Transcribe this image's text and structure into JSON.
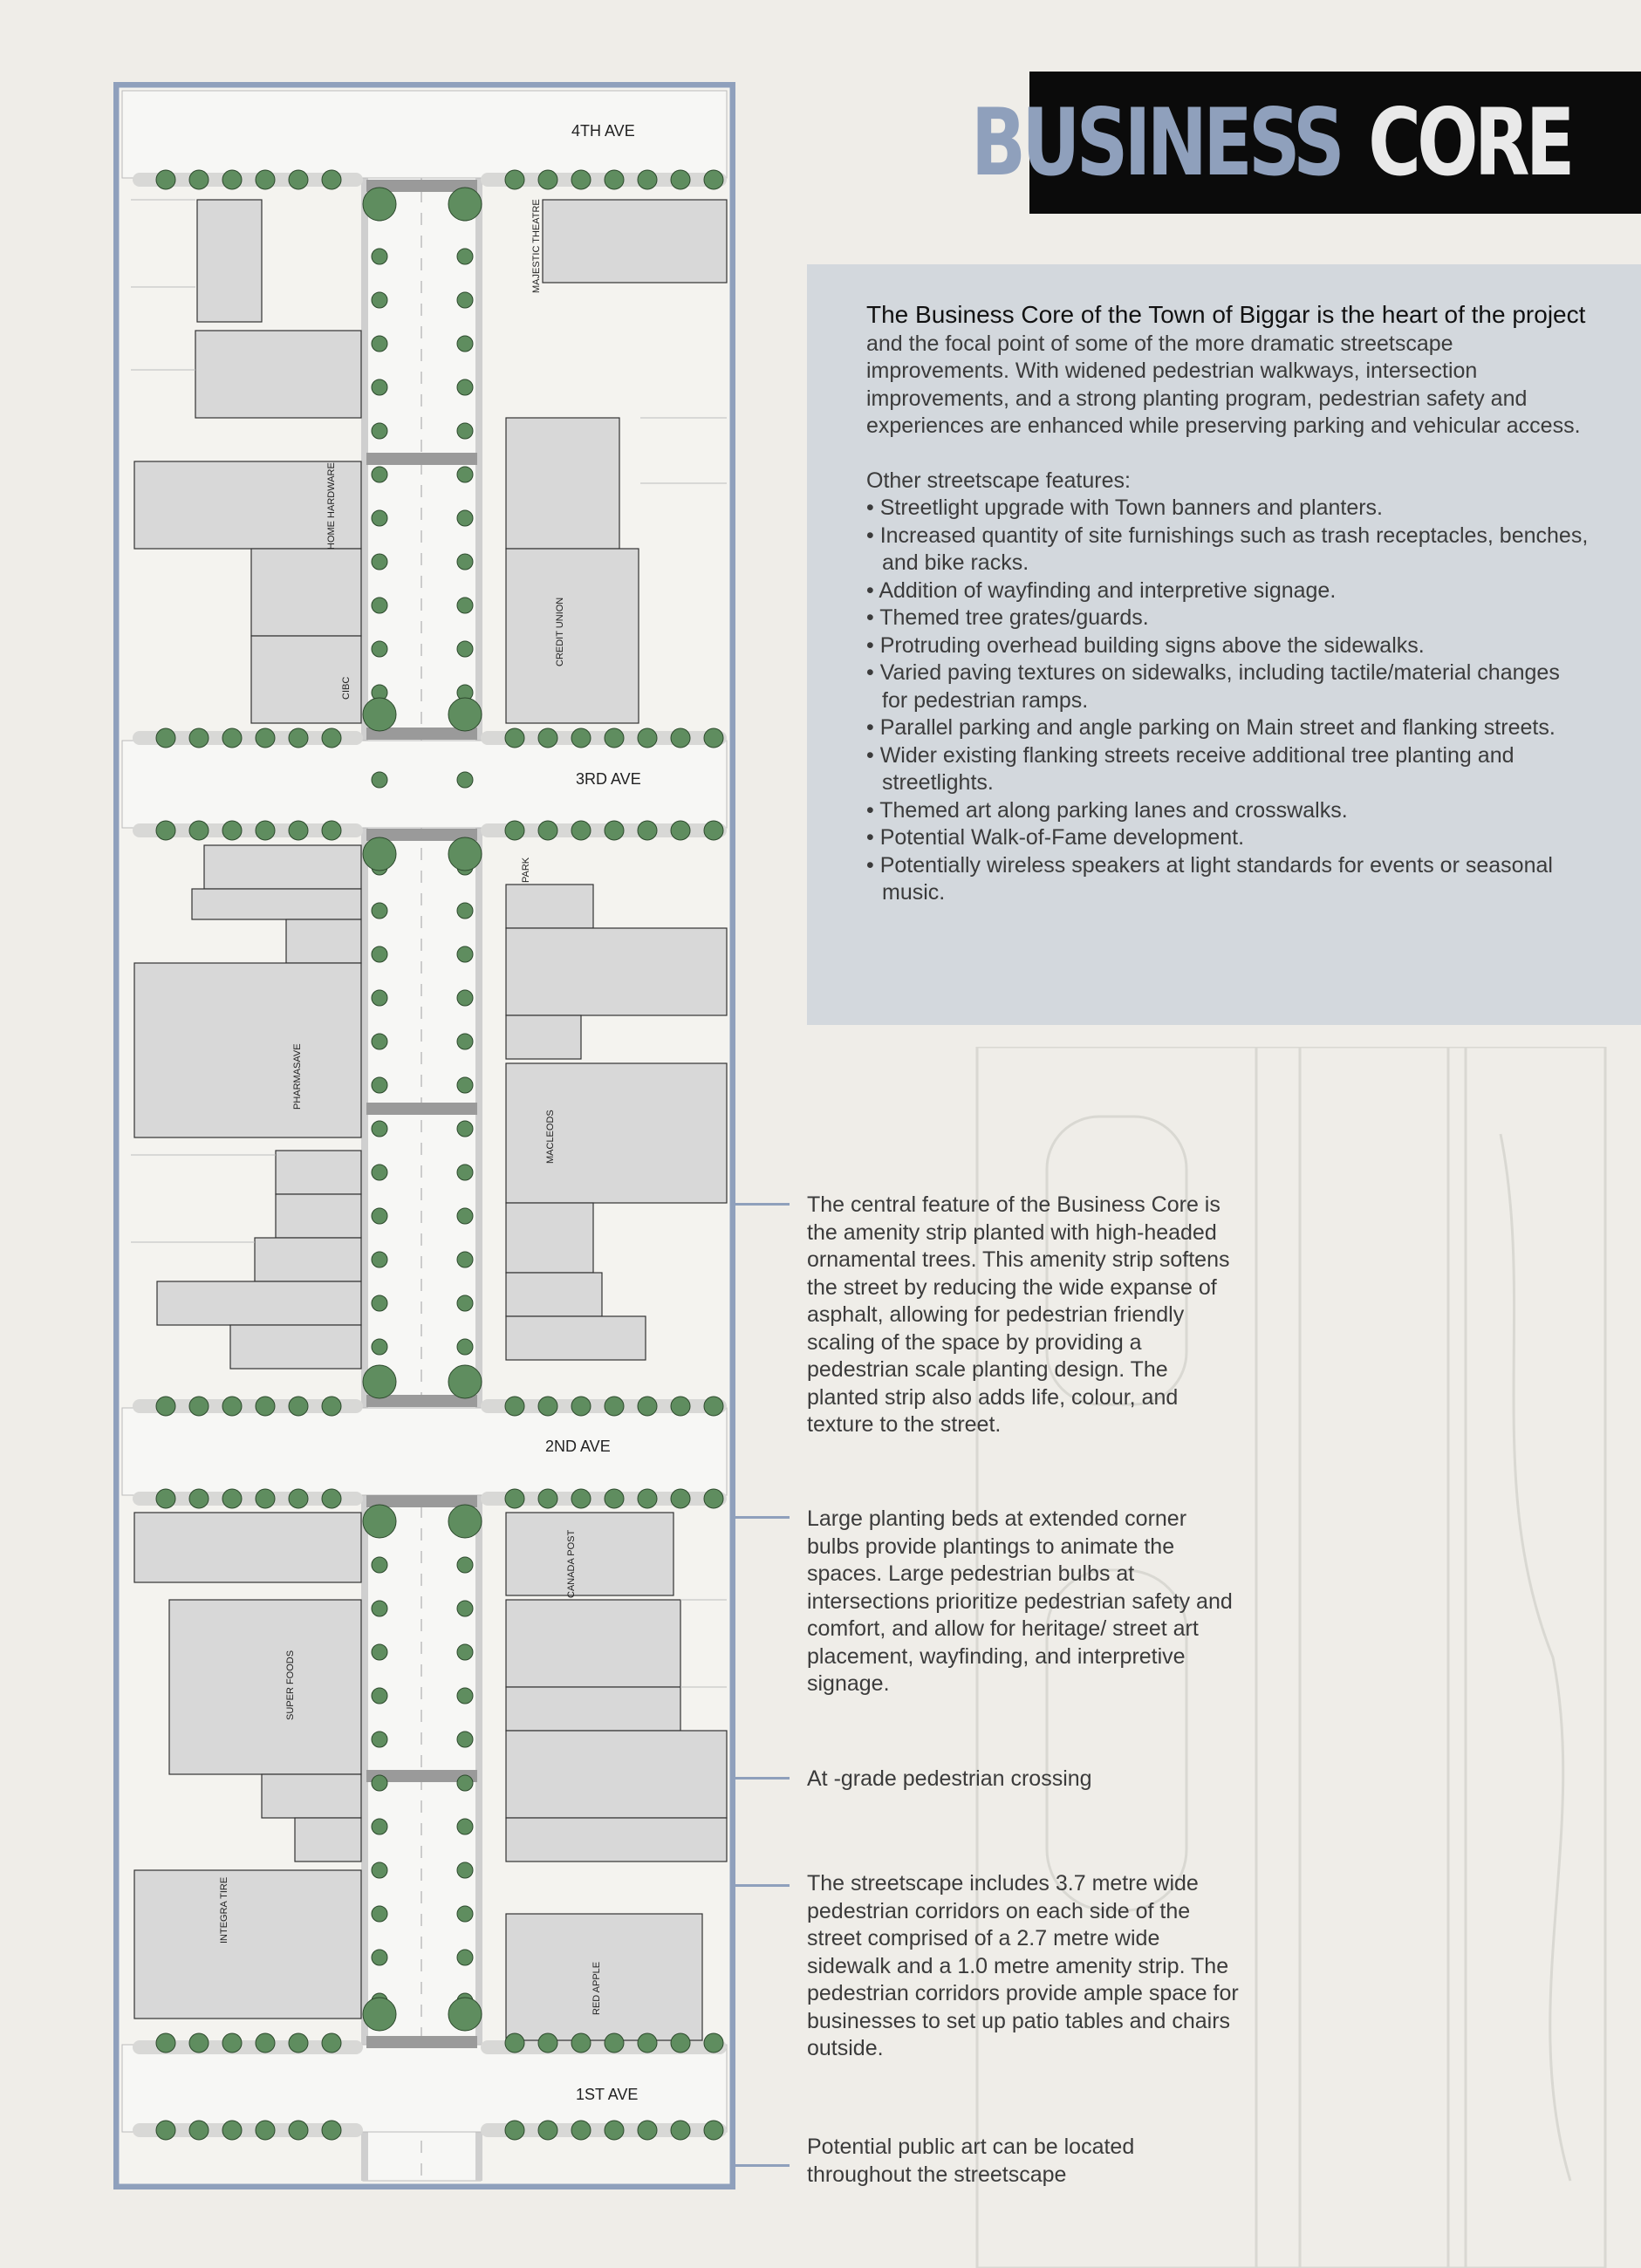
{
  "title": {
    "word1": "BUSINESS",
    "word2": "CORE"
  },
  "intro": {
    "lead_bold": "The Business Core of the Town of Biggar is the heart of the project",
    "lead_rest": " and the focal point of some of the more dramatic streetscape improvements. With widened pedestrian walkways, intersection improvements, and a strong planting program, pedestrian safety and experiences are enhanced while preserving parking and vehicular access.",
    "features_heading": "Other streetscape features:",
    "features": [
      "Streetlight upgrade with Town banners and planters.",
      "Increased quantity of site furnishings such as trash receptacles, benches, and bike racks.",
      "Addition of wayfinding and interpretive signage.",
      "Themed tree grates/guards.",
      "Protruding overhead building signs above the sidewalks.",
      "Varied paving textures on sidewalks, including tactile/material changes for pedestrian ramps.",
      "Parallel parking and angle parking on Main street and flanking streets.",
      "Wider existing flanking streets receive additional tree planting and streetlights.",
      "Themed art along parking lanes and crosswalks.",
      "Potential Walk-of-Fame development.",
      "Potentially wireless speakers at light standards for events or seasonal music."
    ]
  },
  "callouts": {
    "amenity_strip": "The central feature of the Business Core is the amenity strip planted with high-headed ornamental trees. This amenity strip softens the street by reducing the wide expanse of asphalt, allowing for pedestrian friendly scaling of the space by providing a pedestrian scale planting design. The planted strip also adds life, colour, and texture to the street.",
    "planting_beds": "Large planting beds at extended corner bulbs provide plantings to animate the spaces. Large pedestrian bulbs at intersections prioritize pedestrian safety and comfort, and allow for heritage/ street art placement, wayfinding, and interpretive signage.",
    "crossing": "At -grade pedestrian crossing",
    "corridors": "The streetscape includes 3.7 metre wide pedestrian corridors on each side of the street comprised of a 2.7 metre wide sidewalk and a 1.0 metre amenity strip. The pedestrian corridors provide ample space for businesses to set up patio tables and chairs outside.",
    "public_art": "Potential public art can be located throughout the streetscape"
  },
  "plan": {
    "avenues": [
      "4TH AVE",
      "3RD AVE",
      "2ND AVE",
      "1ST AVE"
    ],
    "buildings": [
      "MAJESTIC THEATRE",
      "HOME HARDWARE",
      "CREDIT UNION",
      "CIBC",
      "PARK",
      "PHARMASAVE",
      "MACLEODS",
      "CANADA POST",
      "SUPER FOODS",
      "INTEGRA TIRE",
      "RED APPLE"
    ]
  },
  "colors": {
    "accent": "#8fa0bc",
    "title_bg": "#0b0b0b",
    "panel_bg": "#d3d8dd",
    "page_bg": "#efede8",
    "tree": "#5f8d5f",
    "building": "#d8d8d8"
  }
}
